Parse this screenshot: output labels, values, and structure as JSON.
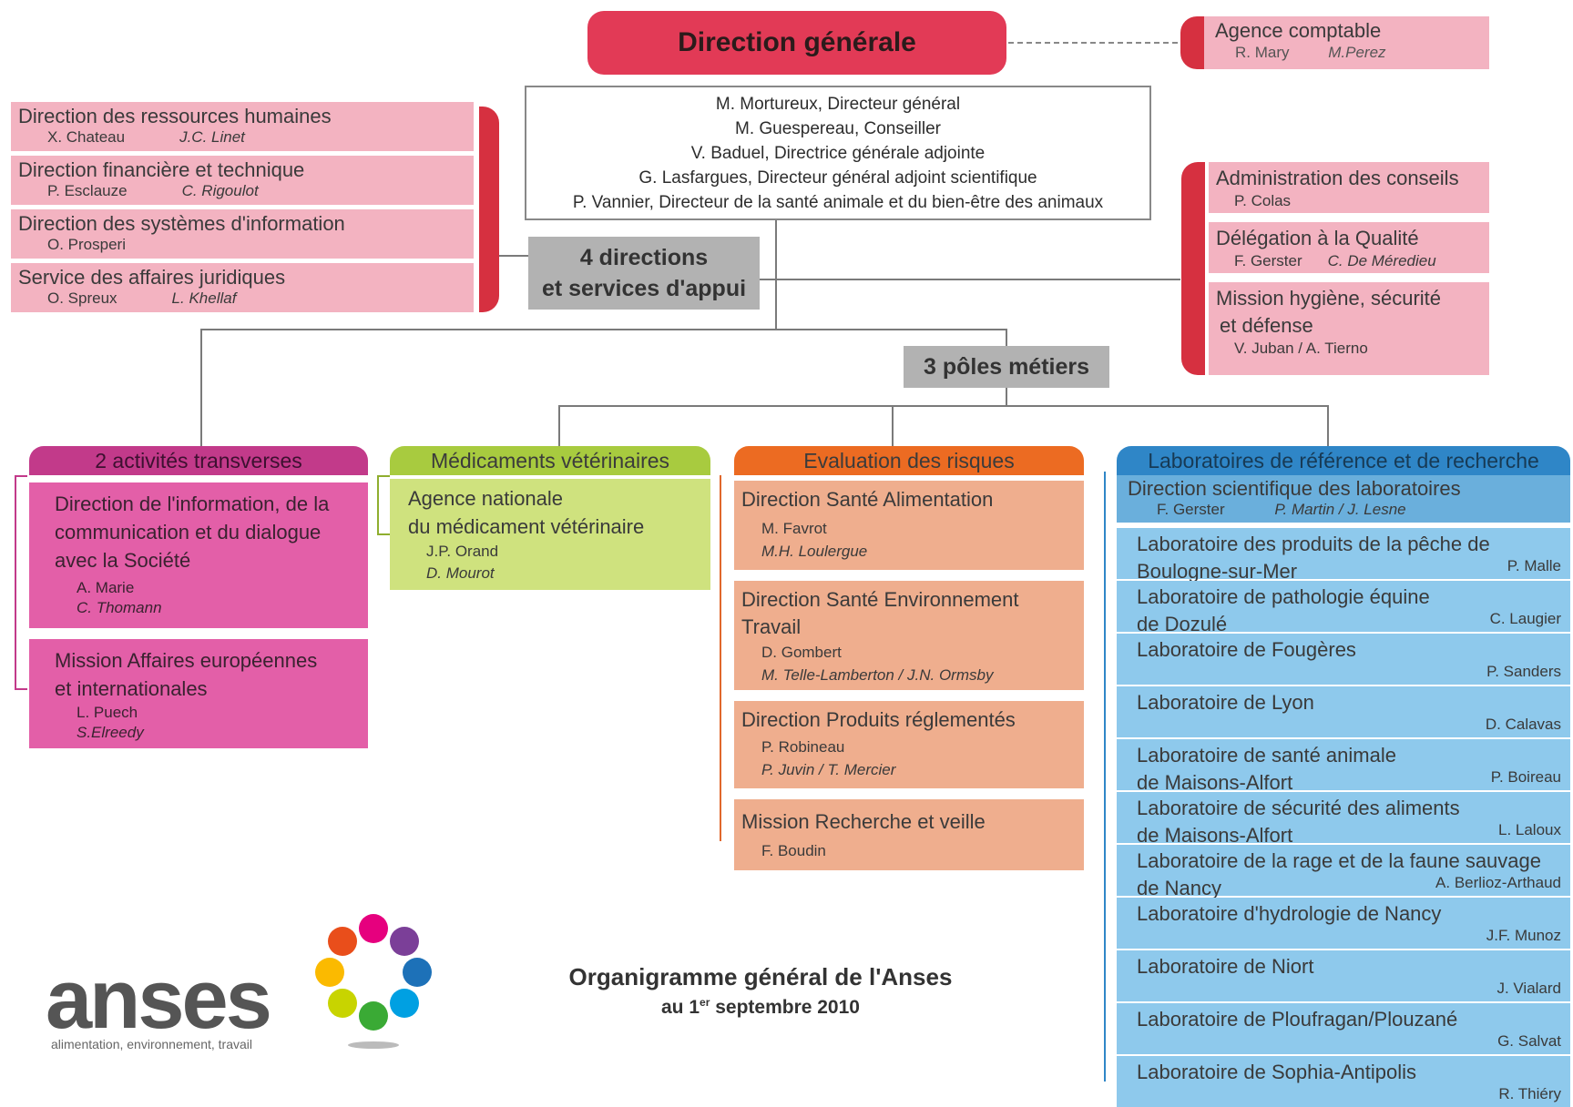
{
  "direction_generale": {
    "title": "Direction générale",
    "people": [
      "M.  Mortureux, Directeur général",
      "M. Guespereau, Conseiller",
      "V. Baduel, Directrice générale adjointe",
      "G. Lasfargues, Directeur général adjoint scientifique",
      "P. Vannier, Directeur de la santé animale et du bien-être des animaux"
    ]
  },
  "agence_comptable": {
    "title": "Agence comptable",
    "names": [
      "R. Mary",
      "M.Perez"
    ]
  },
  "support": {
    "label_line1": "4 directions",
    "label_line2": "et services d'appui",
    "items": [
      {
        "title": "Direction des ressources humaines",
        "names": [
          "X. Chateau",
          "J.C. Linet"
        ]
      },
      {
        "title": "Direction financière et technique",
        "names": [
          "P. Esclauze",
          "C. Rigoulot"
        ]
      },
      {
        "title": "Direction des systèmes d'information",
        "names": [
          "O. Prosperi"
        ]
      },
      {
        "title": "Service des affaires juridiques",
        "names": [
          "O. Spreux",
          "L. Khellaf"
        ]
      }
    ]
  },
  "right_staff": [
    {
      "title": "Administration des conseils",
      "names": [
        "P. Colas"
      ]
    },
    {
      "title": "Délégation à la Qualité",
      "names": [
        "F. Gerster",
        "C. De Méredieu"
      ]
    },
    {
      "title_line1": "Mission hygiène, sécurité",
      "title_line2": "et défense",
      "names": [
        "V. Juban / A. Tierno"
      ]
    }
  ],
  "poles_label": "3 pôles métiers",
  "transverses": {
    "header": "2 activités transverses",
    "items": [
      {
        "lines": [
          "Direction de l'information, de la",
          "communication et du dialogue",
          "avec la Société"
        ],
        "names": [
          "A. Marie",
          "C. Thomann"
        ]
      },
      {
        "lines": [
          "Mission Affaires européennes",
          "et internationales"
        ],
        "names": [
          "L. Puech",
          "S.Elreedy"
        ]
      }
    ]
  },
  "medicaments": {
    "header": "Médicaments vétérinaires",
    "items": [
      {
        "lines": [
          "Agence nationale",
          "du médicament vétérinaire"
        ],
        "names": [
          "J.P. Orand",
          "D. Mourot"
        ]
      }
    ]
  },
  "risques": {
    "header": "Evaluation des risques",
    "items": [
      {
        "lines": [
          "Direction Santé Alimentation"
        ],
        "names": [
          "M. Favrot",
          "M.H. Loulergue"
        ]
      },
      {
        "lines": [
          "Direction Santé Environnement",
          "Travail"
        ],
        "names": [
          "D. Gombert",
          "M. Telle-Lamberton / J.N. Ormsby"
        ]
      },
      {
        "lines": [
          "Direction Produits réglementés"
        ],
        "names": [
          "P. Robineau",
          "P. Juvin / T. Mercier"
        ]
      },
      {
        "lines": [
          "Mission Recherche et veille"
        ],
        "names": [
          "F. Boudin"
        ]
      }
    ]
  },
  "laboratoires": {
    "header": "Laboratoires de référence et de recherche",
    "direction": {
      "title": "Direction scientifique des laboratoires",
      "names": [
        "F. Gerster",
        "P. Martin / J. Lesne"
      ]
    },
    "items": [
      {
        "line1": "Laboratoire des produits de la pêche de",
        "line2": "Boulogne-sur-Mer",
        "name": "P. Malle"
      },
      {
        "line1": "Laboratoire de pathologie équine",
        "line2": "de Dozulé",
        "name": "C. Laugier"
      },
      {
        "line1": "Laboratoire de Fougères",
        "line2": "",
        "name": "P. Sanders"
      },
      {
        "line1": "Laboratoire de Lyon",
        "line2": "",
        "name": "D. Calavas"
      },
      {
        "line1": "Laboratoire de santé animale",
        "line2": "de Maisons-Alfort",
        "name": "P. Boireau"
      },
      {
        "line1": "Laboratoire de sécurité des aliments",
        "line2": "de Maisons-Alfort",
        "name": "L. Laloux"
      },
      {
        "line1": "Laboratoire de la rage et de la faune sauvage",
        "line2": "de Nancy",
        "name": "A. Berlioz-Arthaud"
      },
      {
        "line1": "Laboratoire d'hydrologie de Nancy",
        "line2": "",
        "name": "J.F. Munoz"
      },
      {
        "line1": "Laboratoire de Niort",
        "line2": "",
        "name": "J. Vialard"
      },
      {
        "line1": "Laboratoire de Ploufragan/Plouzané",
        "line2": "",
        "name": "G. Salvat"
      },
      {
        "line1": "Laboratoire de Sophia-Antipolis",
        "line2": "",
        "name": "R. Thiéry"
      }
    ]
  },
  "footer": {
    "title": "Organigramme général de l'Anses",
    "date_prefix": "au 1",
    "date_sup": "er",
    "date_suffix": " septembre 2010"
  },
  "logo": {
    "word": "anses",
    "tagline": "alimentation, environnement, travail"
  },
  "colors": {
    "direction": "#e23a56",
    "staff": "#f3b3c1",
    "transverse": "#e35fa8",
    "medicaments": "#cfe27e",
    "risques": "#efae8e",
    "laboratoires": "#8ec9ec",
    "grey": "#b2b2b2"
  }
}
